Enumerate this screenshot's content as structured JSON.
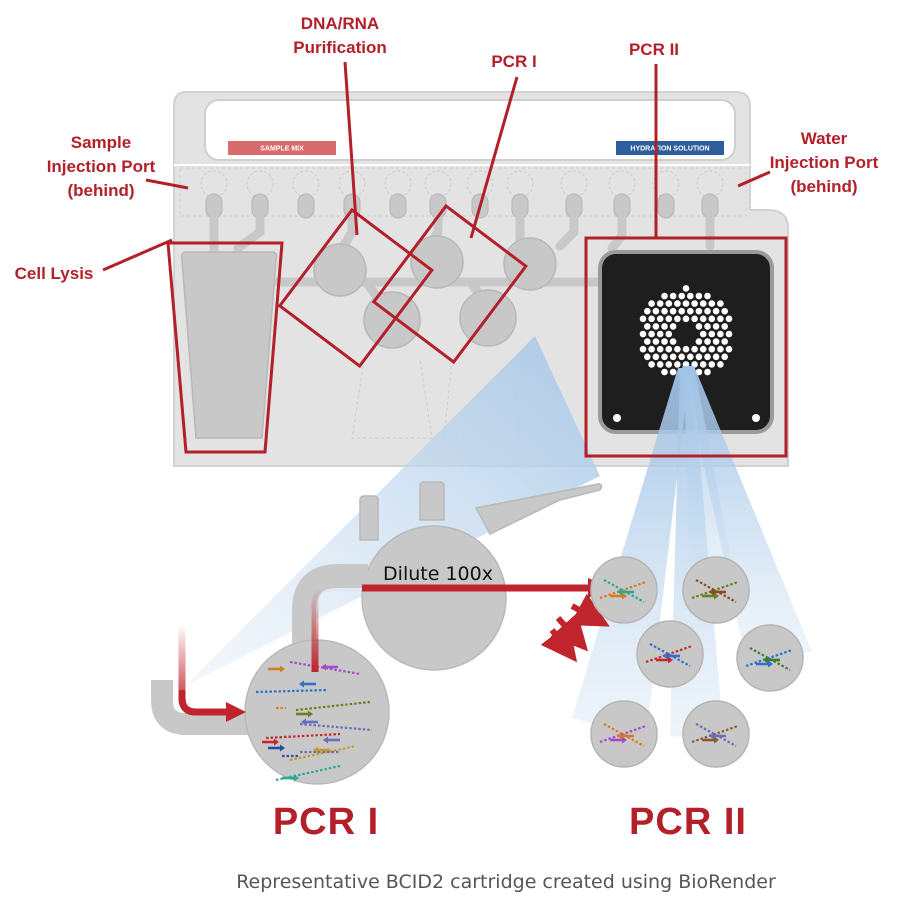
{
  "labels": {
    "dna_rna_line1": "DNA/RNA",
    "dna_rna_line2": "Purification",
    "pcr1_top": "PCR I",
    "pcr2_top": "PCR II",
    "sample_port_line1": "Sample",
    "sample_port_line2": "Injection Port",
    "sample_port_line3": "(behind)",
    "water_port_line1": "Water",
    "water_port_line2": "Injection Port",
    "water_port_line3": "(behind)",
    "cell_lysis": "Cell Lysis"
  },
  "cartridge": {
    "sample_mix_bar": "SAMPLE MIX",
    "hydration_bar": "HYDRATION SOLUTION"
  },
  "process": {
    "dilute": "Dilute 100x",
    "pcr1_big": "PCR I",
    "pcr2_big": "PCR II"
  },
  "caption": "Representative BCID2 cartridge created using BioRender",
  "colors": {
    "accent_red": "#b3202a",
    "cartridge_gray": "#d9d9d9",
    "well_gray": "#c8c8c8",
    "array_black": "#1e1e1e",
    "beam_blue": "#b9d3ec",
    "sample_mix_bar": "#d86b6b",
    "hydration_bar": "#2e5e9c"
  }
}
